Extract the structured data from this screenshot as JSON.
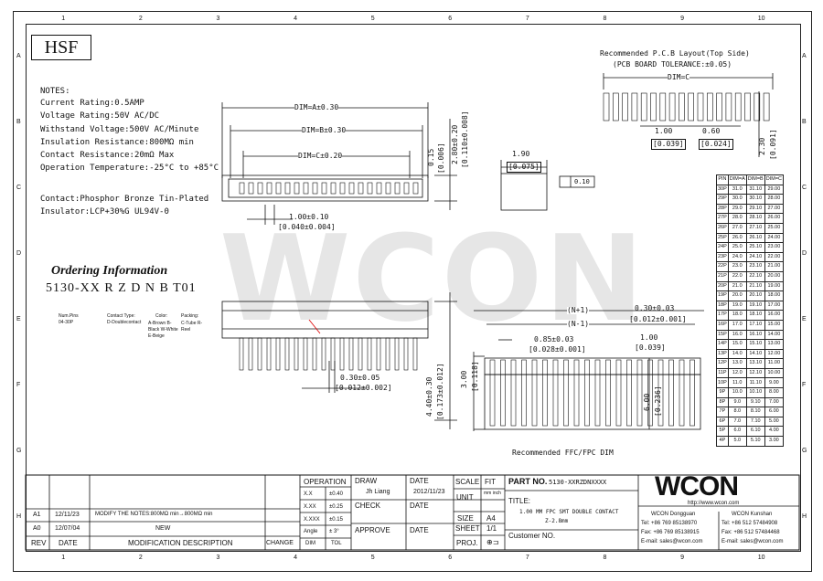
{
  "border": {
    "cols": [
      "1",
      "2",
      "3",
      "4",
      "5",
      "6",
      "7",
      "8",
      "9",
      "10"
    ],
    "rows": [
      "A",
      "B",
      "C",
      "D",
      "E",
      "F",
      "G",
      "H"
    ]
  },
  "logo_hsf": "HSF",
  "watermark": "WCON",
  "notes": {
    "title": "NOTES:",
    "lines": [
      "Current Rating:0.5AMP",
      "Voltage Rating:50V AC/DC",
      "Withstand Voltage:500V AC/Minute",
      "Insulation Resistance:800MΩ min",
      "Contact Resistance:20mΩ Max",
      "Operation Temperature:-25°C to +85°C"
    ],
    "material": [
      "Contact:Phosphor Bronze Tin-Plated",
      "Insulator:LCP+30%G   UL94V-0"
    ]
  },
  "ordering": {
    "title": "Ordering Information",
    "code": "5130-XX R Z D N B T01",
    "labels": [
      {
        "head": "Num.Pins",
        "sub": "04-30P"
      },
      {
        "head": "Contact Type:",
        "sub": "D-Doublecontact"
      },
      {
        "head": "Color:",
        "sub": "A-Brown  B-Black  W-White  E-Beige"
      },
      {
        "head": "Packing:",
        "sub": "C-Tube  R-Reel"
      }
    ]
  },
  "dims_top": {
    "dim_a": "DIM=A±0.30",
    "dim_b": "DIM=B±0.30",
    "dim_c": "DIM=C±0.20",
    "pitch": "1.00±0.10",
    "pitch_in": "[0.040±0.004]",
    "h1": "0.15",
    "h1_in": "[0.006]",
    "h2": "2.80±0.20",
    "h2_in": "[0.110±0.008]"
  },
  "side_view": {
    "w": "1.90",
    "w_in": "[0.075]",
    "flat": "0.10"
  },
  "front_view": {
    "pin_w": "0.30±0.05",
    "pin_w_in": "[0.012±0.002]",
    "height": "4.40±0.30",
    "height_in": "[0.173±0.012]"
  },
  "pcb": {
    "title": "Recommended P.C.B Layout(Top Side)",
    "tol": "(PCB BOARD TOLERANCE:±0.05)",
    "dim_c": "DIM=C",
    "p1": "1.00",
    "p1_in": "[0.039]",
    "p2": "0.60",
    "p2_in": "[0.024]",
    "h": "2.30",
    "h_in": "[0.091]"
  },
  "fpc": {
    "n1": "(N+1)",
    "n2": "(N-1)",
    "a": "0.30±0.03",
    "a_in": "[0.012±0.001]",
    "b": "0.85±0.03",
    "b_in": "[0.028±0.001]",
    "c": "1.00",
    "c_in": "[0.039]",
    "d": "3.00",
    "d_in": "[0.118]",
    "e": "6.00",
    "e_in": "[0.236]",
    "caption": "Recommended FFC/FPC DIM"
  },
  "dim_table": {
    "headers": [
      "PIN",
      "DIM=A",
      "DIM=B",
      "DIM=C"
    ],
    "rows": [
      [
        "30P",
        "31.0",
        "31.10",
        "29.00"
      ],
      [
        "29P",
        "30.0",
        "30.10",
        "28.00"
      ],
      [
        "28P",
        "29.0",
        "29.10",
        "27.00"
      ],
      [
        "27P",
        "28.0",
        "28.10",
        "26.00"
      ],
      [
        "26P",
        "27.0",
        "27.10",
        "25.00"
      ],
      [
        "25P",
        "26.0",
        "26.10",
        "24.00"
      ],
      [
        "24P",
        "25.0",
        "25.10",
        "23.00"
      ],
      [
        "23P",
        "24.0",
        "24.10",
        "22.00"
      ],
      [
        "22P",
        "23.0",
        "23.10",
        "21.00"
      ],
      [
        "21P",
        "22.0",
        "22.10",
        "20.00"
      ],
      [
        "20P",
        "21.0",
        "21.10",
        "19.00"
      ],
      [
        "19P",
        "20.0",
        "20.10",
        "18.00"
      ],
      [
        "18P",
        "19.0",
        "19.10",
        "17.00"
      ],
      [
        "17P",
        "18.0",
        "18.10",
        "16.00"
      ],
      [
        "16P",
        "17.0",
        "17.10",
        "15.00"
      ],
      [
        "15P",
        "16.0",
        "16.10",
        "14.00"
      ],
      [
        "14P",
        "15.0",
        "15.10",
        "13.00"
      ],
      [
        "13P",
        "14.0",
        "14.10",
        "12.00"
      ],
      [
        "12P",
        "13.0",
        "13.10",
        "11.00"
      ],
      [
        "11P",
        "12.0",
        "12.10",
        "10.00"
      ],
      [
        "10P",
        "11.0",
        "11.10",
        "9.00"
      ],
      [
        "9P",
        "10.0",
        "10.10",
        "8.00"
      ],
      [
        "8P",
        "9.0",
        "9.10",
        "7.00"
      ],
      [
        "7P",
        "8.0",
        "8.10",
        "6.00"
      ],
      [
        "6P",
        "7.0",
        "7.10",
        "5.00"
      ],
      [
        "5P",
        "6.0",
        "6.10",
        "4.00"
      ],
      [
        "4P",
        "5.0",
        "5.10",
        "3.00"
      ]
    ]
  },
  "title_block": {
    "rev": [
      {
        "rev": "A1",
        "date": "12/11/23",
        "desc": "MODIFY THE NOTES:800MΩ min→800MΩ min"
      },
      {
        "rev": "A0",
        "date": "12/07/04",
        "desc": "NEW"
      }
    ],
    "rev_headers": {
      "rev": "REV",
      "date": "DATE",
      "desc": "MODIFICATION DESCRIPTION",
      "change": "CHANGE"
    },
    "operation": "OPERATION",
    "tol": [
      {
        "k": "X.X",
        "v": "±0.40"
      },
      {
        "k": "X.XX",
        "v": "±0.25"
      },
      {
        "k": "X.XXX",
        "v": "±0.15"
      },
      {
        "k": "Angle",
        "v": "± 3°"
      }
    ],
    "dim_label": "DIM",
    "tol_label": "TOL",
    "draw": "DRAW",
    "drawer": "Jh Liang",
    "check": "CHECK",
    "approve": "APPROVE",
    "date_label": "DATE",
    "draw_date": "2012/11/23",
    "scale": "SCALE",
    "fit": "FIT",
    "unit": "UNIT",
    "unit_val": "mm inch",
    "size": "SIZE",
    "size_val": "A4",
    "sheet": "SHEET",
    "sheet_val": "1/1",
    "proj": "PROJ.",
    "part_no_label": "PART NO.",
    "part_no": "5130-XXRZDNXXXX",
    "title_label": "TITLE:",
    "title_lines": [
      "1.00 MM FPC SMT DOUBLE CONTACT",
      "Z-2.8mm"
    ],
    "customer": "Customer NO.",
    "company": "WCON",
    "url": "http://www.wcon.com",
    "dongguan": [
      "WCON Dongguan",
      "Tel: +86 769 85138970",
      "Fax: +86 769 85138915",
      "E-mail: sales@wcon.com"
    ],
    "kunshan": [
      "WCON Kunshan",
      "Tel: +86 512 57484908",
      "Fax: +86 512 57484468",
      "E-mail: sales@wcon.com"
    ]
  }
}
